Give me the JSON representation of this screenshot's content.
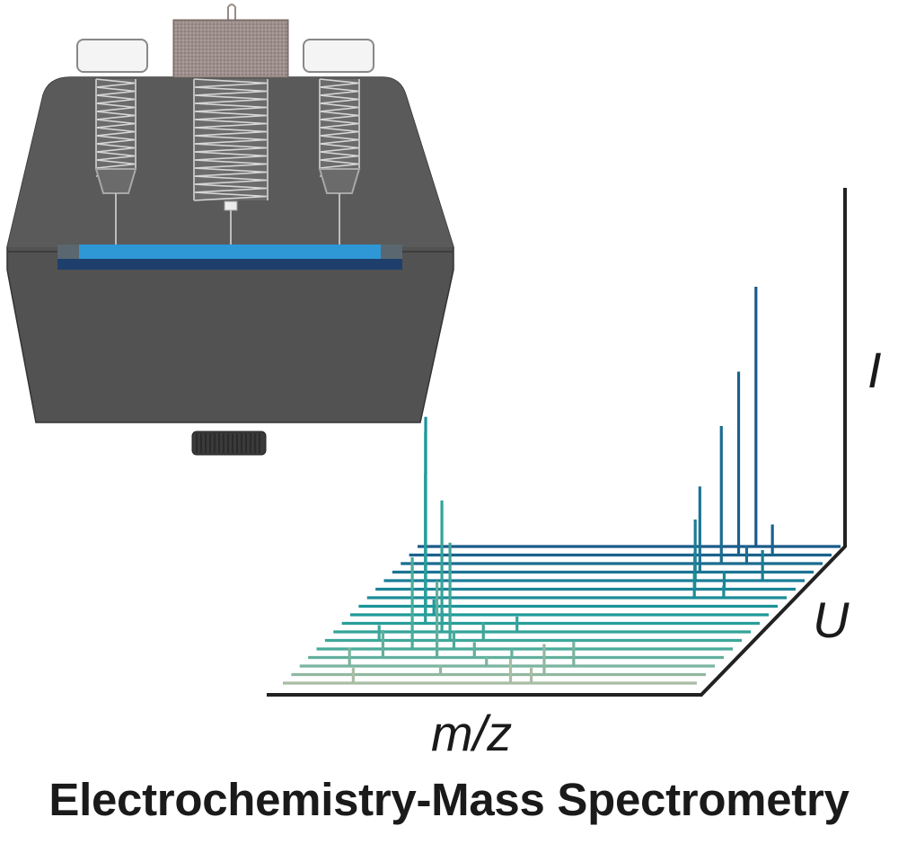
{
  "caption": "Electrochemistry-Mass Spectrometry",
  "colors": {
    "cell_body": "#525252",
    "cell_outline": "#303030",
    "electrode_light": "#2e97d6",
    "electrode_dark": "#1e3f6c",
    "screw_fill": "#d9d9d9",
    "spectrum_gradient": [
      "#1a5a8a",
      "#1b7d96",
      "#1e9a9a",
      "#4aab9a",
      "#a9bca4"
    ],
    "axis": "#222222"
  },
  "chart_data": {
    "type": "waterfall",
    "axes": {
      "x": "m/z",
      "depth": "U",
      "y": "I"
    },
    "units": "arbitrary",
    "traces": [
      {
        "peaks": [
          {
            "x": 0.17,
            "i": 0.05
          },
          {
            "x": 0.55,
            "i": 0.08
          },
          {
            "x": 0.6,
            "i": 0.05
          }
        ]
      },
      {
        "peaks": [
          {
            "x": 0.36,
            "i": 0.03
          },
          {
            "x": 0.61,
            "i": 0.1
          }
        ]
      },
      {
        "peaks": [
          {
            "x": 0.12,
            "i": 0.06
          },
          {
            "x": 0.45,
            "i": 0.03
          },
          {
            "x": 0.66,
            "i": 0.08
          }
        ]
      },
      {
        "peaks": [
          {
            "x": 0.18,
            "i": 0.09
          },
          {
            "x": 0.31,
            "i": 0.25
          },
          {
            "x": 0.4,
            "i": 0.05
          },
          {
            "x": 0.49,
            "i": 0.03
          }
        ]
      },
      {
        "peaks": [
          {
            "x": 0.23,
            "i": 0.3
          },
          {
            "x": 0.33,
            "i": 0.06
          }
        ]
      },
      {
        "peaks": [
          {
            "x": 0.13,
            "i": 0.05
          },
          {
            "x": 0.3,
            "i": 0.32
          },
          {
            "x": 0.38,
            "i": 0.06
          }
        ]
      },
      {
        "peaks": [
          {
            "x": 0.26,
            "i": 0.43
          },
          {
            "x": 0.44,
            "i": 0.05
          }
        ]
      },
      {
        "peaks": [
          {
            "x": 0.2,
            "i": 0.49
          },
          {
            "x": 0.24,
            "i": 0.04
          }
        ]
      },
      {
        "peaks": [
          {
            "x": 0.18,
            "i": 0.6
          },
          {
            "x": 0.2,
            "i": 0.05
          }
        ]
      },
      {
        "peaks": [
          {
            "x": 0.16,
            "i": 0.62
          }
        ]
      },
      {
        "peaks": [
          {
            "x": 0.78,
            "i": 0.08
          },
          {
            "x": 0.85,
            "i": 0.04
          }
        ]
      },
      {
        "peaks": [
          {
            "x": 0.76,
            "i": 0.12
          },
          {
            "x": 0.83,
            "i": 0.06
          }
        ]
      },
      {
        "peaks": [
          {
            "x": 0.74,
            "i": 0.2
          },
          {
            "x": 0.9,
            "i": 0.1
          }
        ]
      },
      {
        "peaks": [
          {
            "x": 0.73,
            "i": 0.28
          }
        ]
      },
      {
        "peaks": [
          {
            "x": 0.76,
            "i": 0.45
          },
          {
            "x": 0.82,
            "i": 0.06
          }
        ]
      },
      {
        "peaks": [
          {
            "x": 0.78,
            "i": 0.6
          },
          {
            "x": 0.86,
            "i": 0.1
          }
        ]
      },
      {
        "peaks": [
          {
            "x": 0.8,
            "i": 0.85
          }
        ]
      }
    ]
  }
}
